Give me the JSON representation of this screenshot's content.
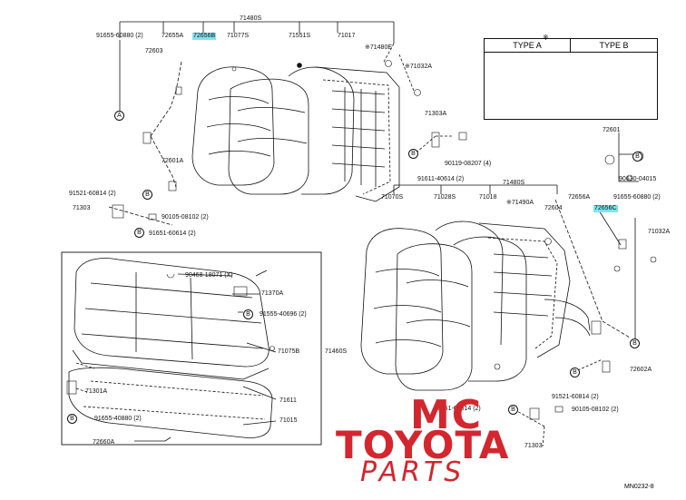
{
  "labels": {
    "p71480S_top": "71480S",
    "p91655_60880_tl": "91655-60880 (2)",
    "p72655A": "72655A",
    "p72656B": "72656B",
    "p71077S": "71077S",
    "p71551S": "71551S",
    "p71017": "71017",
    "p71480E": "※71480E",
    "p72603": "72603",
    "p71032A_top": "※71032A",
    "p71303A": "71303A",
    "p90119": "90119-08207 (4)",
    "p91611": "91611-40614 (2)",
    "p72601A": "72601A",
    "p91521_left": "91521-60814 (2)",
    "p71303_left": "71303",
    "p90105_left": "90105-08102 (2)",
    "p91651": "91651-60614 (2)",
    "p71480S_mid": "71480S",
    "p71070S": "71070S",
    "p71028S": "71028S",
    "p71018": "71018",
    "p71490A": "※71490A",
    "p72604": "72604",
    "p72656A": "72656A",
    "p72656C": "72656C",
    "p91655_60880_r": "91655-60880 (2)",
    "p72601": "72601",
    "p90630": "90630-04015",
    "p71032A_r": "71032A",
    "p90468": "90468-18071 (X)",
    "p71370A": "71370A",
    "p91555": "91555-40696 (2)",
    "p71075B": "71075B",
    "p71460S": "71460S",
    "p71301A": "71301A",
    "p91655_40880": "91655-40880 (2)",
    "p71611": "71611",
    "p71015": "71015",
    "p72660A": "72660A",
    "p72602A": "72602A",
    "p91521_r": "91521-60814 (2)",
    "p90105_r": "90105-08102 (2)",
    "p91651_r": "91651-60614 (2)",
    "p71303_r": "71303"
  },
  "refs": {
    "a": "A",
    "b": "B"
  },
  "legend": {
    "type_a": "TYPE A",
    "type_b": "TYPE B",
    "mark": "※"
  },
  "watermark": {
    "line1": "MC",
    "line2": "TOYOTA",
    "line3": "PARTS"
  },
  "page_code": "MN0232-8",
  "colors": {
    "highlight": "#7fe3f0",
    "watermark": "#d3262e",
    "line": "#111111"
  }
}
